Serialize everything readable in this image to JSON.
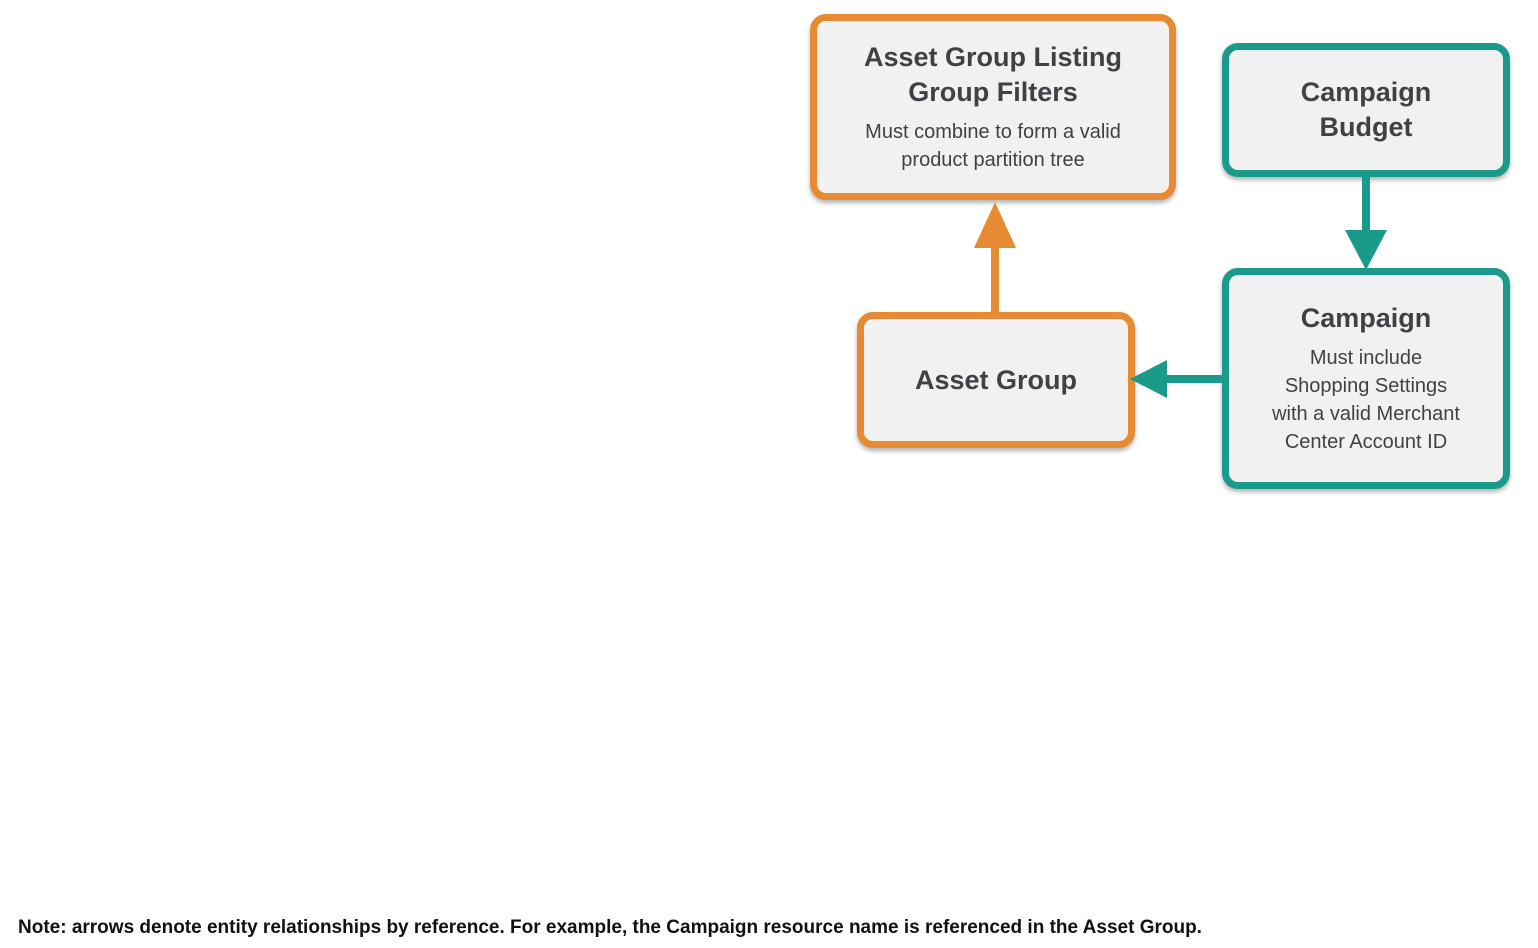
{
  "colors": {
    "orange": "#E78B33",
    "teal": "#1A9A8A",
    "box-fill": "#F1F1F2",
    "text": "#3F4245",
    "note-text": "#101114"
  },
  "nodes": {
    "listing_filters": {
      "title": "Asset Group Listing\nGroup Filters",
      "subtitle": "Must combine to form a valid\nproduct partition tree",
      "accent": "orange"
    },
    "campaign_budget": {
      "title": "Campaign\nBudget",
      "accent": "teal"
    },
    "asset_group": {
      "title": "Asset Group",
      "accent": "orange"
    },
    "campaign": {
      "title": "Campaign",
      "subtitle": "Must include\nShopping Settings\nwith a valid Merchant\nCenter Account ID",
      "accent": "teal"
    }
  },
  "edges": [
    {
      "from": "asset_group",
      "to": "listing_filters",
      "direction": "up",
      "color": "orange"
    },
    {
      "from": "campaign_budget",
      "to": "campaign",
      "direction": "down",
      "color": "teal"
    },
    {
      "from": "campaign",
      "to": "asset_group",
      "direction": "left",
      "color": "teal"
    }
  ],
  "note": "Note: arrows denote entity relationships by reference. For example, the Campaign resource name is referenced in the Asset Group."
}
